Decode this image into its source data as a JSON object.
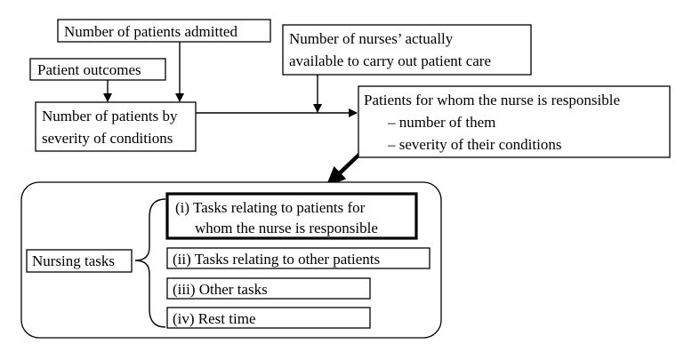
{
  "boxes": {
    "patients_admitted": "Number of patients admitted",
    "patient_outcomes": "Patient outcomes",
    "nurses_available": {
      "line1": "Number of nurses’ actually",
      "line2": "available to carry out patient care"
    },
    "patients_by_severity": {
      "line1": "Number of patients by",
      "line2": "severity of conditions"
    },
    "patients_responsible": {
      "line1": "Patients for whom the nurse is responsible",
      "line2": "– number of them",
      "line3": "– severity of their conditions"
    }
  },
  "nursing_tasks": {
    "label": "Nursing tasks",
    "tasks": {
      "task1": {
        "line1": "(i) Tasks relating to patients for",
        "line2": "whom the nurse is responsible"
      },
      "task2": "(ii) Tasks relating to other patients",
      "task3": "(iii) Other tasks",
      "task4": "(iv) Rest time"
    }
  }
}
